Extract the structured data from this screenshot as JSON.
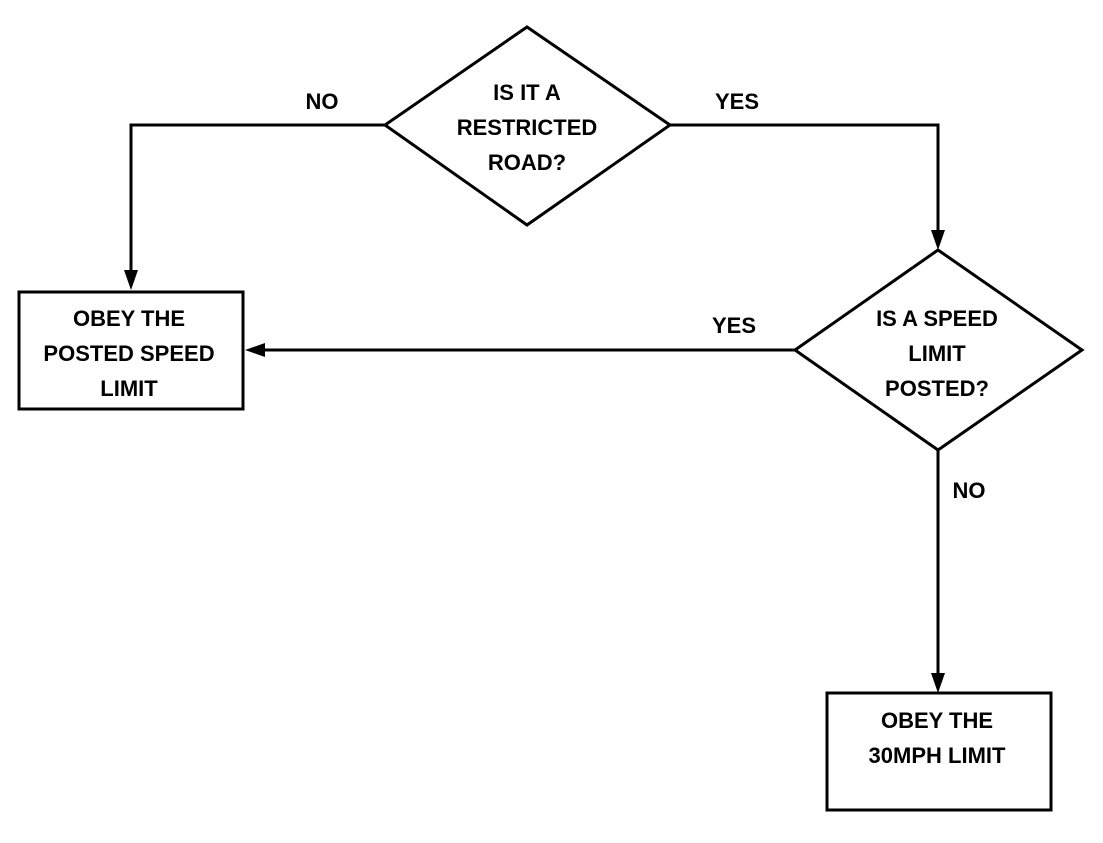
{
  "diagram": {
    "nodes": {
      "decision_restricted": [
        "IS IT A",
        "RESTRICTED",
        "ROAD?"
      ],
      "decision_posted": [
        "IS A SPEED",
        "LIMIT",
        "POSTED?"
      ],
      "box_posted_limit": [
        "OBEY THE",
        "POSTED SPEED",
        "LIMIT"
      ],
      "box_30mph": [
        "OBEY THE",
        "30MPH LIMIT"
      ]
    },
    "edges": {
      "restricted_no": "NO",
      "restricted_yes": "YES",
      "posted_yes": "YES",
      "posted_no": "NO"
    }
  }
}
